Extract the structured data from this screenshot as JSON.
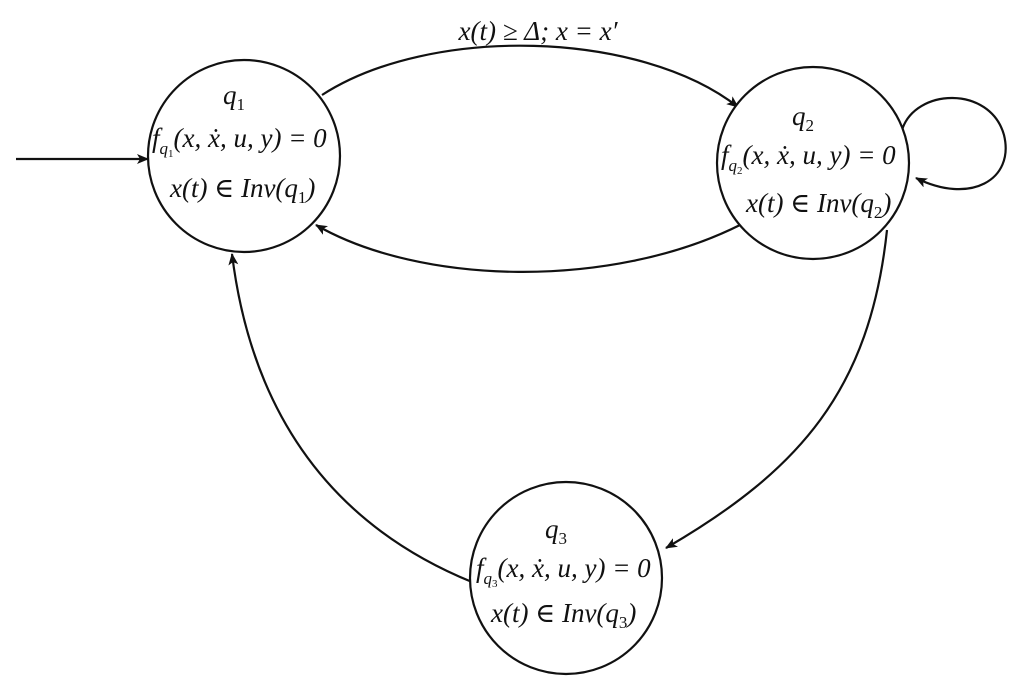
{
  "diagram": {
    "colors": {
      "stroke": "#111111",
      "background": "#ffffff"
    },
    "states": [
      {
        "id": "q1",
        "name": "q",
        "sub": "1",
        "flow_lhs": "f",
        "flow_sub": "q",
        "flow_subsub": "1",
        "flow_rhs": "(x, ẋ, u, y) = 0",
        "inv": "x(t) ∈ Inv(q",
        "inv_sub": "1",
        "inv_close": ")"
      },
      {
        "id": "q2",
        "name": "q",
        "sub": "2",
        "flow_lhs": "f",
        "flow_sub": "q",
        "flow_subsub": "2",
        "flow_rhs": "(x, ẋ, u, y) = 0",
        "inv": "x(t) ∈ Inv(q",
        "inv_sub": "2",
        "inv_close": ")"
      },
      {
        "id": "q3",
        "name": "q",
        "sub": "3",
        "flow_lhs": "f",
        "flow_sub": "q",
        "flow_subsub": "3",
        "flow_rhs": "(x, ẋ, u, y) = 0",
        "inv": "x(t) ∈ Inv(q",
        "inv_sub": "3",
        "inv_close": ")"
      }
    ],
    "transitions": [
      {
        "from": "q1",
        "to": "q2",
        "guard": "x(t) ≥ Δ;  x = x′"
      },
      {
        "from": "q2",
        "to": "q1",
        "guard": ""
      },
      {
        "from": "q2",
        "to": "q2",
        "guard": ""
      },
      {
        "from": "q2",
        "to": "q3",
        "guard": ""
      },
      {
        "from": "q3",
        "to": "q1",
        "guard": ""
      },
      {
        "from": "init",
        "to": "q1",
        "guard": ""
      }
    ]
  }
}
